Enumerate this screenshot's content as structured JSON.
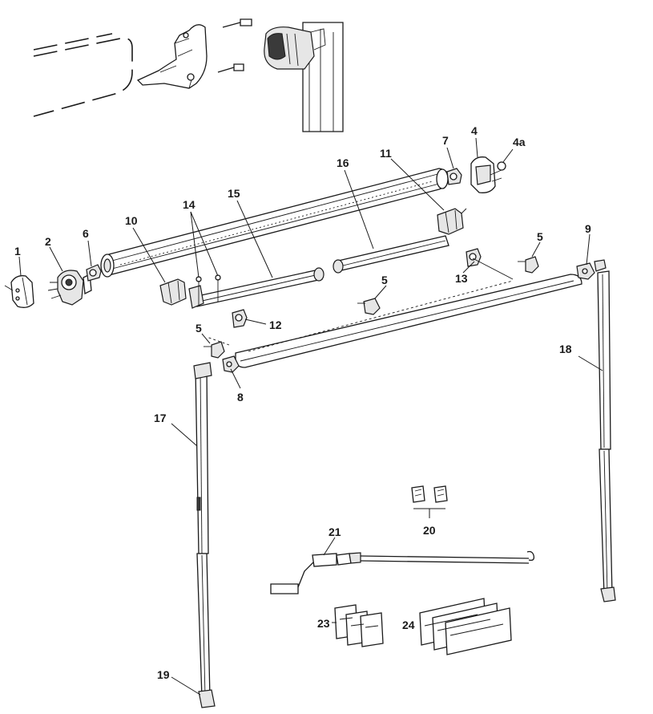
{
  "callouts": [
    {
      "id": "c1",
      "label": "1"
    },
    {
      "id": "c2",
      "label": "2"
    },
    {
      "id": "c4",
      "label": "4"
    },
    {
      "id": "c4a",
      "label": "4a"
    },
    {
      "id": "c5a",
      "label": "5"
    },
    {
      "id": "c5b",
      "label": "5"
    },
    {
      "id": "c5c",
      "label": "5"
    },
    {
      "id": "c6",
      "label": "6"
    },
    {
      "id": "c7",
      "label": "7"
    },
    {
      "id": "c8",
      "label": "8"
    },
    {
      "id": "c9",
      "label": "9"
    },
    {
      "id": "c10",
      "label": "10"
    },
    {
      "id": "c11",
      "label": "11"
    },
    {
      "id": "c12",
      "label": "12"
    },
    {
      "id": "c13",
      "label": "13"
    },
    {
      "id": "c14",
      "label": "14"
    },
    {
      "id": "c15",
      "label": "15"
    },
    {
      "id": "c16",
      "label": "16"
    },
    {
      "id": "c17",
      "label": "17"
    },
    {
      "id": "c18",
      "label": "18"
    },
    {
      "id": "c19",
      "label": "19"
    },
    {
      "id": "c20",
      "label": "20"
    },
    {
      "id": "c21",
      "label": "21"
    },
    {
      "id": "c23",
      "label": "23"
    },
    {
      "id": "c24",
      "label": "24"
    }
  ]
}
